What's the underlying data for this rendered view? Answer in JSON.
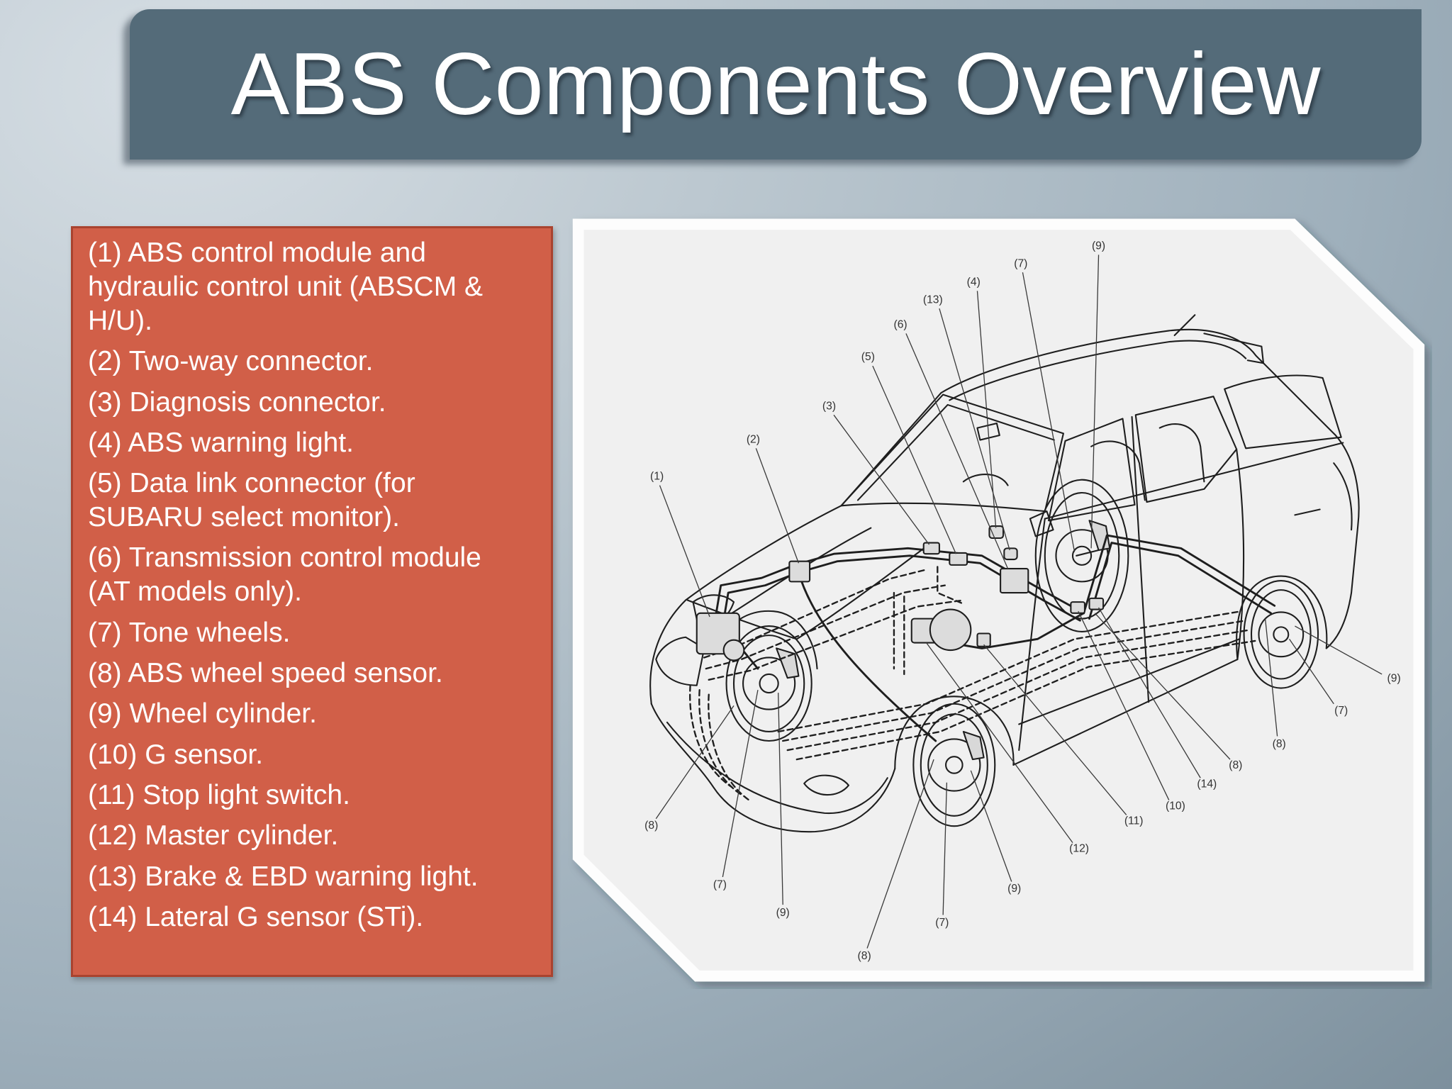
{
  "slide": {
    "title": "ABS Components Overview"
  },
  "components": [
    "(1) ABS control module and hydraulic control unit (ABSCM & H/U).",
    "(2) Two-way connector.",
    "(3) Diagnosis connector.",
    "(4) ABS warning light.",
    "(5) Data link connector (for SUBARU select monitor).",
    "(6) Transmission control module (AT models only).",
    "(7) Tone wheels.",
    "(8) ABS wheel speed sensor.",
    "(9) Wheel cylinder.",
    "(10) G sensor.",
    "(11) Stop light switch.",
    "(12) Master cylinder.",
    "(13) Brake & EBD warning light.",
    "(14) Lateral G sensor (STi)."
  ],
  "diagram": {
    "callouts": [
      "(9)",
      "(7)",
      "(4)",
      "(13)",
      "(6)",
      "(5)",
      "(3)",
      "(2)",
      "(1)",
      "(9)",
      "(7)",
      "(8)",
      "(8)",
      "(14)",
      "(10)",
      "(11)",
      "(12)",
      "(9)",
      "(7)",
      "(8)",
      "(9)",
      "(7)",
      "(8)"
    ]
  },
  "colors": {
    "banner": "#546b79",
    "list_box": "#d15f48",
    "text": "#ffffff",
    "background": "#a9b7c1"
  }
}
